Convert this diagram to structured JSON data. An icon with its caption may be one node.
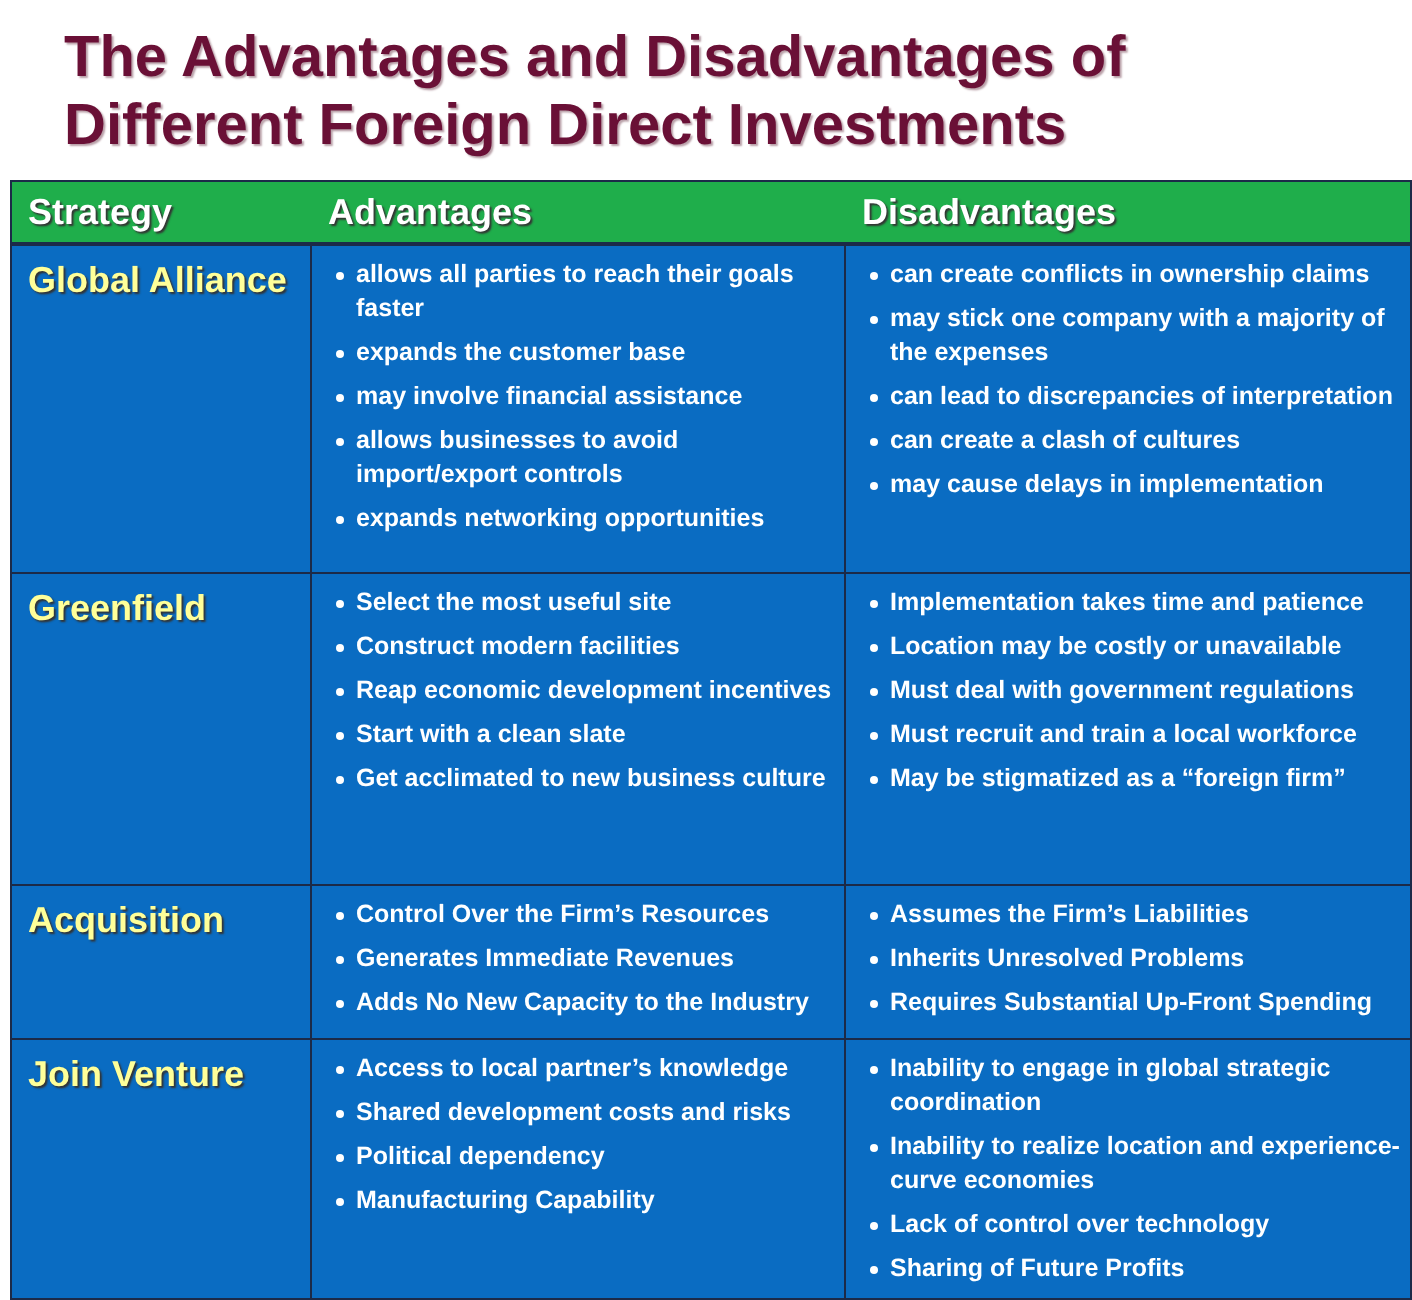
{
  "diagram": {
    "title": "The Advantages and Disadvantages of Different Foreign Direct Investments",
    "labels": [
      "Strategy",
      "Advantages",
      "Disadvantages",
      "Global Alliance",
      "allows all parties to reach their goals faster",
      "expands the customer base",
      "may involve financial assistance",
      "allows businesses to avoid import/export controls",
      "expands networking opportunities",
      "can create conflicts in ownership claims",
      "may stick one company with a majority of the expenses",
      "can lead to discrepancies of interpretation",
      "can create a clash of cultures",
      "may cause delays in implementation",
      "Greenfield",
      "Select the most useful site",
      "Construct modern facilities",
      "Reap economic development incentives",
      "Start with a clean slate",
      "Get acclimated to new business culture",
      "Implementation takes time and patience",
      "Location may be costly or unavailable",
      "Must deal with government regulations",
      "Must recruit and train a local workforce",
      "May be stigmatized as a “foreign firm”",
      "Acquisition",
      "Control Over the Firm’s Resources",
      "Generates Immediate Revenues",
      "Adds No New Capacity to the Industry",
      "Assumes the Firm’s Liabilities",
      "Inherits Unresolved Problems",
      "Requires Substantial Up-Front Spending",
      "Join Venture",
      "Access to local partner’s knowledge",
      "Shared development costs and risks",
      "Political dependency",
      "Manufacturing Capability",
      "Inability to engage in global strategic coordination",
      "Inability to realize location and experience-curve economies",
      "Lack of control over technology",
      "Sharing of Future Profits"
    ]
  }
}
